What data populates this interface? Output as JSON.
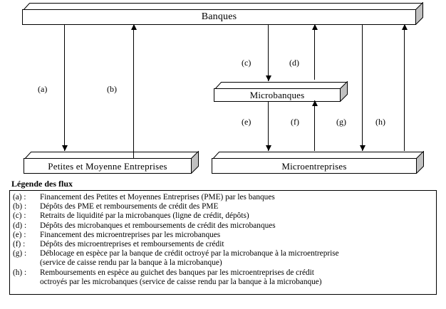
{
  "diagram": {
    "title_hidden": "",
    "nodes": [
      {
        "id": "banques",
        "label": "Banques"
      },
      {
        "id": "microbanques",
        "label": "Microbanques"
      },
      {
        "id": "pme",
        "label": "Petites et Moyenne Entreprises"
      },
      {
        "id": "microentreprises",
        "label": "Microentreprises"
      }
    ],
    "flows": [
      {
        "key": "a",
        "label": "(a)",
        "from": "banques",
        "to": "pme",
        "direction": "down"
      },
      {
        "key": "b",
        "label": "(b)",
        "from": "pme",
        "to": "banques",
        "direction": "up"
      },
      {
        "key": "c",
        "label": "(c)",
        "from": "banques",
        "to": "microbanques",
        "direction": "down"
      },
      {
        "key": "d",
        "label": "(d)",
        "from": "microbanques",
        "to": "banques",
        "direction": "up"
      },
      {
        "key": "e",
        "label": "(e)",
        "from": "microbanques",
        "to": "microentreprises",
        "direction": "down"
      },
      {
        "key": "f",
        "label": "(f)",
        "from": "microentreprises",
        "to": "microbanques",
        "direction": "up"
      },
      {
        "key": "g",
        "label": "(g)",
        "from": "banques",
        "to": "microentreprises",
        "direction": "down"
      },
      {
        "key": "h",
        "label": "(h)",
        "from": "microentreprises",
        "to": "banques",
        "direction": "up"
      }
    ]
  },
  "legend": {
    "title": "Légende des flux",
    "rows": [
      {
        "key": "(a) :",
        "text": "Financement des Petites et Moyennes Entreprises (PME) par les banques",
        "cont": ""
      },
      {
        "key": "(b) :",
        "text": "Dépôts des PME et remboursements de crédit des PME",
        "cont": ""
      },
      {
        "key": "(c) :",
        "text": "Retraits de liquidité par la microbanques (ligne de crédit, dépôts)",
        "cont": ""
      },
      {
        "key": "(d) :",
        "text": "Dépôts des microbanques et remboursements de crédit des microbanques",
        "cont": ""
      },
      {
        "key": "(e) :",
        "text": "Financement des microentreprises par les microbanques",
        "cont": ""
      },
      {
        "key": "(f) :",
        "text": "Dépôts des microentreprises et remboursements de crédit",
        "cont": ""
      },
      {
        "key": "(g) :",
        "text": "Déblocage en espèce par la banque de crédit octroyé par la microbanque à la microentreprise",
        "cont": "(service de caisse rendu par la banque à la microbanque)"
      },
      {
        "key": "(h) :",
        "text": "Remboursements en espèce au guichet des banques par les microentreprises de crédit",
        "cont": "octroyés par les microbanques (service de caisse rendu par la banque à la microbanque)"
      }
    ]
  },
  "colors": {
    "stroke": "#000000",
    "box_face": "#ffffff",
    "box_shade": "#c0c0c0",
    "background": "#ffffff"
  }
}
